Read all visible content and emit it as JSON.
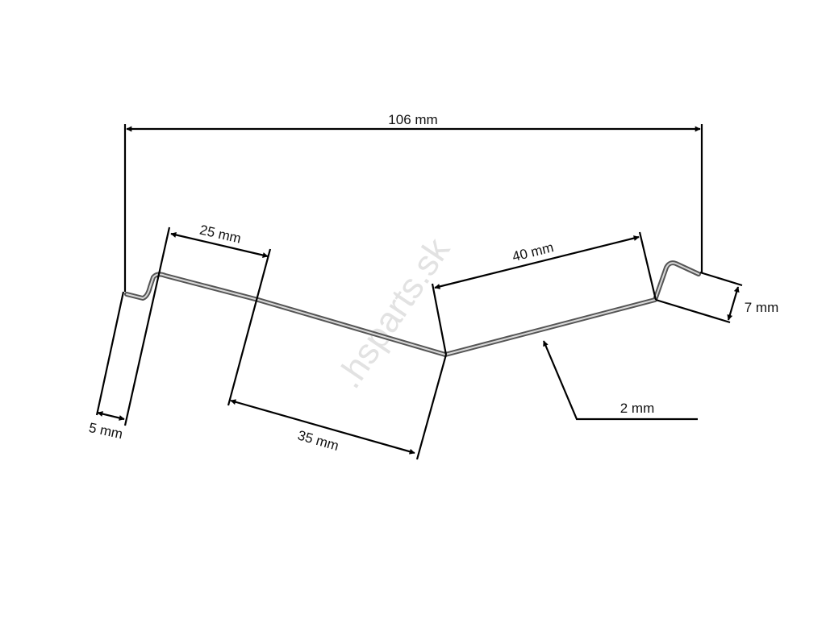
{
  "diagram": {
    "labels": {
      "overall_length": "106 mm",
      "first_segment": "25 mm",
      "offset_left": "5 mm",
      "middle_segment": "35 mm",
      "rising_segment": "40 mm",
      "end_offset": "7 mm",
      "wire_diameter": "2 mm"
    },
    "watermark": ".hsparts.sk",
    "colors": {
      "dimension": "#000000",
      "wire": "#8a8a8a",
      "watermark": "#e2e2e2"
    }
  }
}
